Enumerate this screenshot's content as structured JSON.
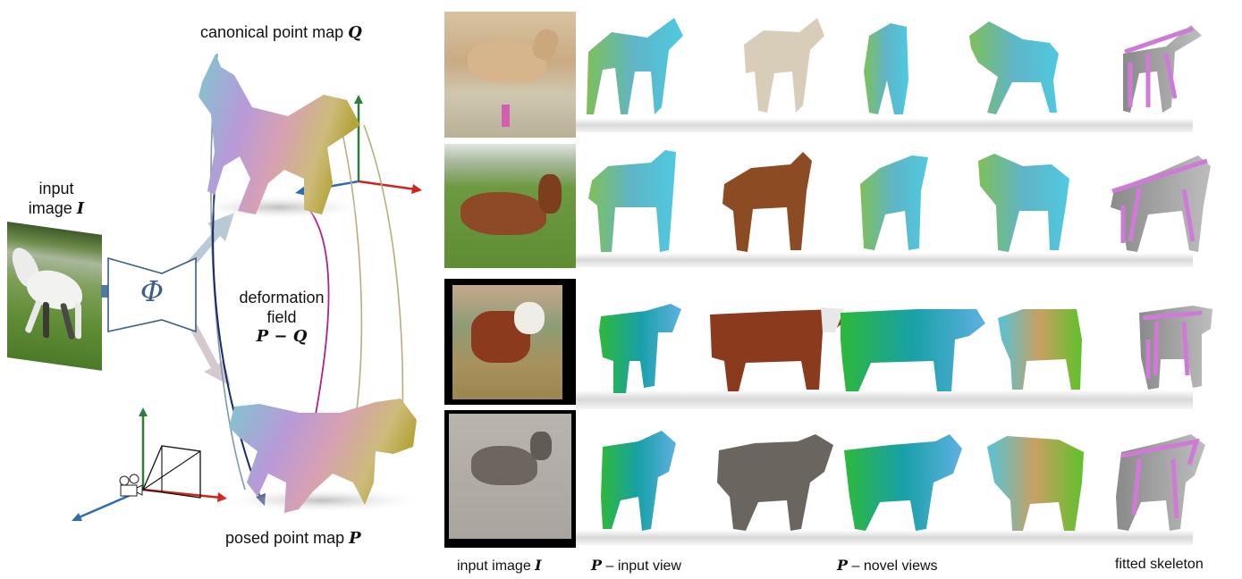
{
  "figure": {
    "left_panel": {
      "input_label_line1": "input",
      "input_label_line2": "image ",
      "input_symbol": "I",
      "network_symbol": "Φ",
      "canonical_label": "canonical point map ",
      "canonical_symbol": "Q",
      "deformation_line1": "deformation",
      "deformation_line2": "field",
      "deformation_formula": "P − Q",
      "posed_label": "posed point map ",
      "posed_symbol": "P",
      "axis_colors": {
        "x": "#d0231d",
        "y": "#2e7d3a",
        "z": "#2f6db3"
      },
      "arrow_colors": {
        "to_canonical": "#b9cad6",
        "to_posed": "#d5c9d0",
        "navy": "#1a2a6c",
        "magenta": "#b0208f",
        "olive": "#b8ae7a",
        "teal": "#7d9aa6"
      },
      "camera_icon": "movie-camera-icon"
    },
    "right_panel": {
      "rows": [
        {
          "subject": "foal",
          "photo_colors": [
            "#c9a77e",
            "#d9c9a6",
            "#8a8a6a"
          ],
          "framed": false
        },
        {
          "subject": "brown horse",
          "photo_colors": [
            "#8a4a25",
            "#5e8a3a",
            "#c8d3c0"
          ],
          "framed": false
        },
        {
          "subject": "hereford calf",
          "photo_colors": [
            "#8b3a1e",
            "#f0ece6",
            "#a8915c"
          ],
          "framed": true
        },
        {
          "subject": "bighorn lamb",
          "photo_colors": [
            "#6d6560",
            "#b5b0aa",
            "#8a8480"
          ],
          "framed": true
        }
      ],
      "columns": [
        "input image",
        "P input view",
        "P novel view 1",
        "P novel view 2",
        "P novel view 3",
        "fitted skeleton"
      ],
      "skeleton_color": "#d07ad8"
    },
    "bottom_labels": {
      "input_image": "input image ",
      "input_image_symbol": "I",
      "input_view_symbol": "P",
      "input_view": " – input view",
      "novel_views_symbol": "P",
      "novel_views": " – novel views",
      "fitted_skeleton": "fitted skeleton"
    }
  }
}
